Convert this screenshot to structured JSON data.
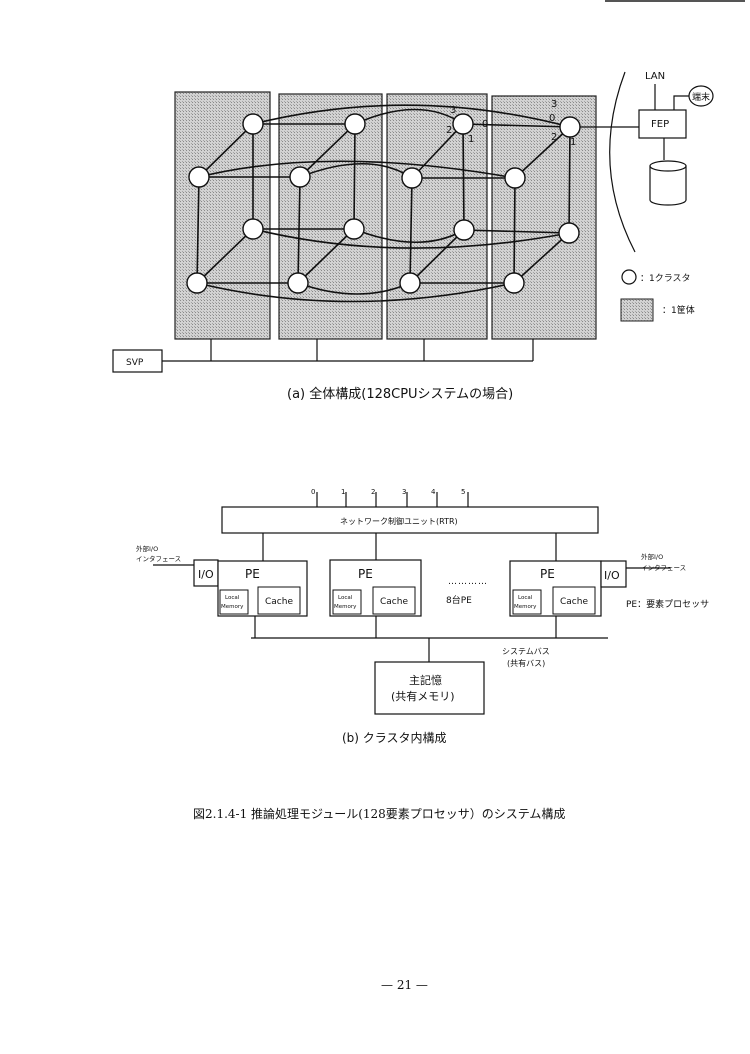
{
  "figure_a": {
    "caption": "(a) 全体構成(128CPUシステムの場合)",
    "cabinets": 4,
    "port_labels_left": [
      "3",
      "2",
      "0",
      "1"
    ],
    "port_labels_right": [
      "3",
      "0",
      "2",
      "1"
    ],
    "external": {
      "lan_label": "LAN",
      "fep_label": "FEP",
      "terminal_label": "端末",
      "svp_label": "SVP"
    },
    "legend": [
      {
        "symbol": "circle",
        "label": "：1クラスタ"
      },
      {
        "symbol": "shaded-box",
        "label": "：1筐体"
      }
    ]
  },
  "figure_b": {
    "caption": "(b)  クラスタ内構成",
    "rtr_label": "ネットワーク制御ユニット(RTR)",
    "rtr_ports": [
      "0",
      "1",
      "2",
      "3",
      "4",
      "5"
    ],
    "pe_label": "PE",
    "local_memory_label_1": "Local",
    "local_memory_label_2": "Memory",
    "cache_label": "Cache",
    "io_label": "I/O",
    "ext_io_left_1": "外部I/O",
    "ext_io_left_2": "インタフェース",
    "ext_io_right_1": "外部I/O",
    "ext_io_right_2": "インタフェース",
    "dots": "…………",
    "pe_count_label": "8台PE",
    "pe_definition": "PE：要素プロセッサ",
    "system_bus_1": "システムバス",
    "system_bus_2": "(共有バス)",
    "main_memory_1": "主記憶",
    "main_memory_2": "(共有メモリ)"
  },
  "figure_caption": "図2.1.4-1 推論処理モジュール(128要素プロセッサ）のシステム構成",
  "page_number": "— 21 —",
  "colors": {
    "cabinet_fill": "#c9c9c9",
    "line": "#111111"
  }
}
